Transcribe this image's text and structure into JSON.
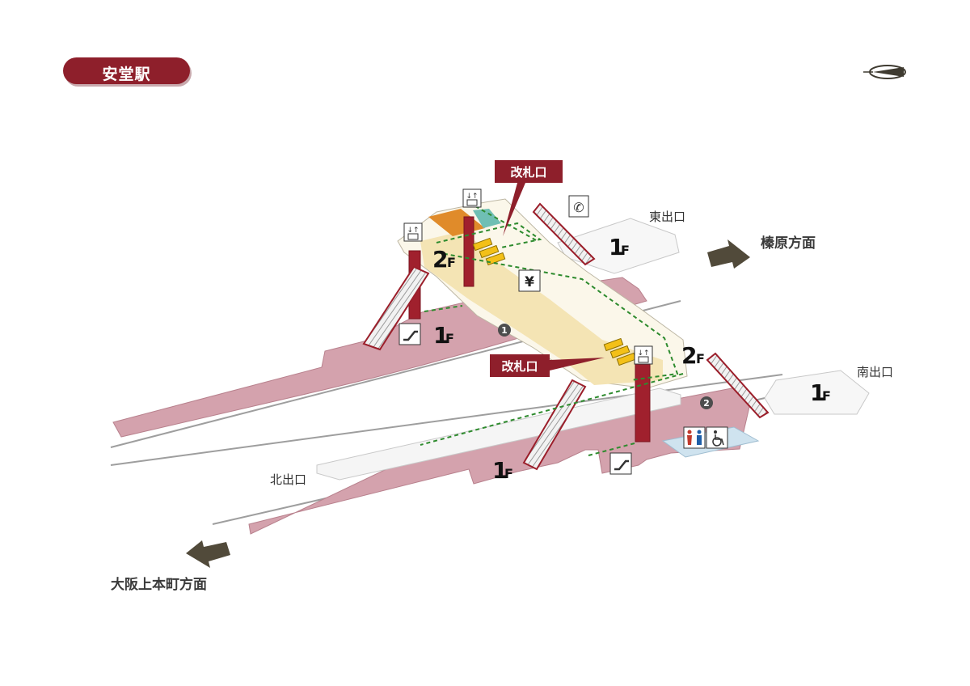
{
  "station_name": "安堂駅",
  "directions": {
    "east": "榛原方面",
    "west": "大阪上本町方面"
  },
  "exits": {
    "east": "東出口",
    "south": "南出口",
    "north": "北出口"
  },
  "ticket_gates": [
    "改札口",
    "改札口"
  ],
  "floors": {
    "upper": {
      "num": "2",
      "unit": "F"
    },
    "ground": {
      "num": "1",
      "unit": "F"
    }
  },
  "platform_numbers": [
    "1",
    "2"
  ],
  "icons": [
    "elevator-icon",
    "telephone-icon",
    "ticket-machine-icon",
    "escalator-icon",
    "toilet-icon",
    "wheelchair-icon",
    "compass-icon"
  ],
  "yen_symbol": "¥",
  "colors": {
    "brand": "#8e1f2b",
    "platform": "#d4a2ad",
    "concourse": "#f4e4b4",
    "route": "#2e8b2e",
    "arrow": "#514a3a"
  }
}
